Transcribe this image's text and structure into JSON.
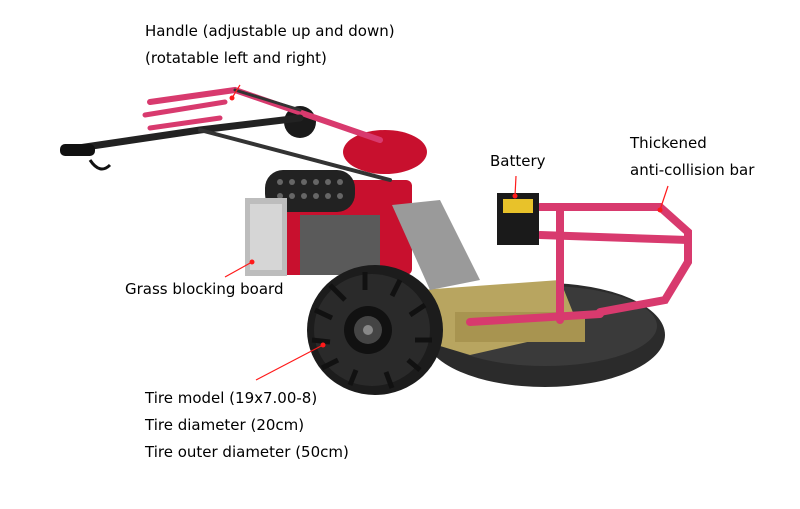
{
  "callouts": {
    "handle": {
      "lines": [
        "Handle (adjustable up and down)",
        "(rotatable left and right)"
      ]
    },
    "battery": {
      "lines": [
        "Battery"
      ]
    },
    "anti_collision_bar": {
      "lines": [
        "Thickened",
        "anti-collision bar"
      ]
    },
    "grass_blocking_board": {
      "lines": [
        "Grass blocking board"
      ]
    },
    "tire": {
      "lines": [
        "Tire model (19x7.00-8)",
        "Tire diameter (20cm)",
        "Tire outer diameter (50cm)"
      ]
    }
  },
  "colors": {
    "pointer": "#ff1a1a",
    "frame": "#d83a6e",
    "engine_red": "#c8102e",
    "deck": "#2b2b2b",
    "tire": "#1c1c1c",
    "bracket": "#b8a560",
    "guard": "#bdbdbd"
  }
}
